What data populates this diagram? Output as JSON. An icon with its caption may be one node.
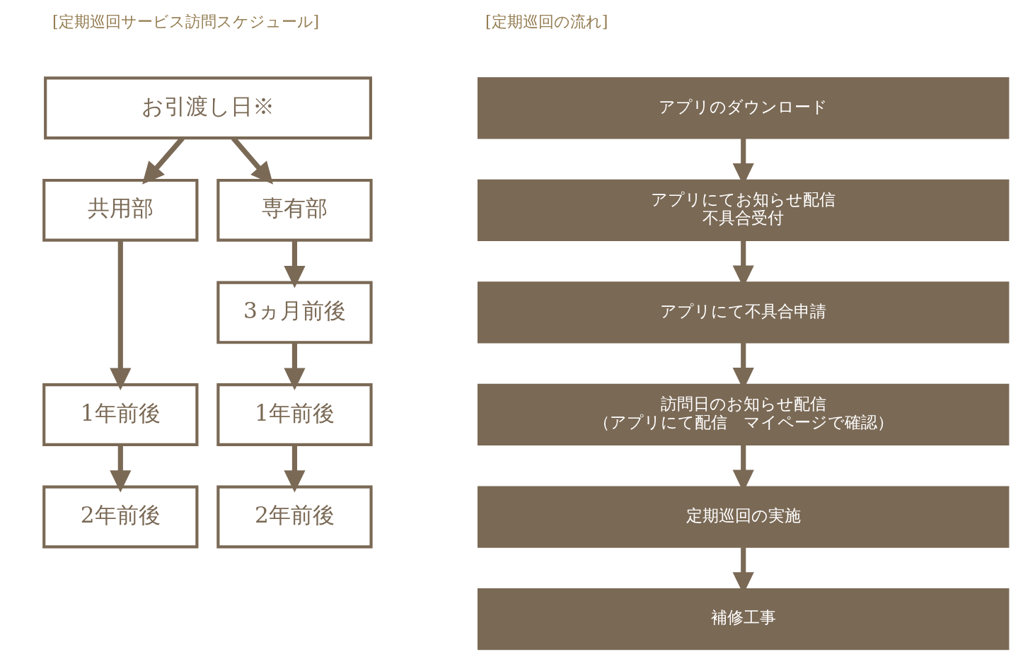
{
  "diagram": {
    "nodes": [
      {
        "text": [
          "お引渡し日※"
        ]
      },
      {
        "text": [
          "共用部"
        ]
      },
      {
        "text": [
          "専有部"
        ]
      },
      {
        "text": [
          "3ヵ月前後"
        ]
      },
      {
        "text": [
          "1年前後"
        ]
      },
      {
        "text": [
          "1年前後"
        ]
      },
      {
        "text": [
          "2年前後"
        ]
      },
      {
        "text": [
          "2年前後"
        ]
      },
      {
        "text": [
          "アプリのダウンロード"
        ]
      },
      {
        "text": [
          "アプリにてお知らせ配信",
          "不具合受付"
        ]
      },
      {
        "text": [
          "アプリにて不具合申請"
        ]
      },
      {
        "text": [
          "訪問日のお知らせ配信",
          "（アプリにて配信　マイページで確認）"
        ]
      },
      {
        "text": [
          "定期巡回の実施"
        ]
      },
      {
        "text": [
          "補修工事"
        ]
      }
    ],
    "edges": [
      {
        "from": 0,
        "to": 1,
        "arrow": "to"
      },
      {
        "from": 0,
        "to": 2,
        "arrow": "to"
      },
      {
        "from": 1,
        "to": 4,
        "arrow": "to"
      },
      {
        "from": 2,
        "to": 3,
        "arrow": "to"
      },
      {
        "from": 3,
        "to": 5,
        "arrow": "to"
      },
      {
        "from": 4,
        "to": 6,
        "arrow": "to"
      },
      {
        "from": 5,
        "to": 7,
        "arrow": "to"
      },
      {
        "from": 8,
        "to": 9,
        "arrow": "to"
      },
      {
        "from": 9,
        "to": 10,
        "arrow": "to"
      },
      {
        "from": 10,
        "to": 11,
        "arrow": "to"
      },
      {
        "from": 11,
        "to": 12,
        "arrow": "to"
      },
      {
        "from": 12,
        "to": 13,
        "arrow": "to"
      }
    ],
    "labels": [
      "[定期巡回サービス訪問スケジュール]",
      "[定期巡回の流れ]"
    ]
  }
}
